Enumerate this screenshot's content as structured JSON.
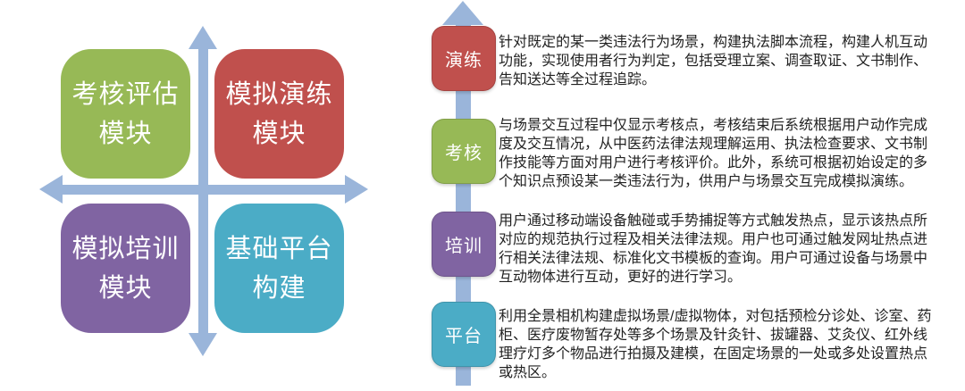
{
  "quadrant_chart": {
    "axis_color": "#9AB5DA",
    "items": [
      {
        "position": "top-left",
        "line1": "考核评估",
        "line2": "模块",
        "color": "#97B956"
      },
      {
        "position": "top-right",
        "line1": "模拟演练",
        "line2": "模块",
        "color": "#C0504D"
      },
      {
        "position": "bottom-left",
        "line1": "模拟培训",
        "line2": "模块",
        "color": "#8064A2"
      },
      {
        "position": "bottom-right",
        "line1": "基础平台",
        "line2": "构建",
        "color": "#4BACC6"
      }
    ]
  },
  "timeline": {
    "arrow_color": "#9AB5DA",
    "steps": [
      {
        "label": "演练",
        "color": "#C0504D",
        "description": "针对既定的某一类违法行为场景，构建执法脚本流程，构建人机互动功能，实现使用者行为判定，包括受理立案、调查取证、文书制作、告知送达等全过程追踪。"
      },
      {
        "label": "考核",
        "color": "#97B956",
        "description": "与场景交互过程中仅显示考核点，考核结束后系统根据用户动作完成度及交互情况，从中医药法律法规理解运用、执法检查要求、文书制作技能等方面对用户进行考核评价。此外，系统可根据初始设定的多个知识点预设某一类违法行为，供用户与场景交互完成模拟演练。"
      },
      {
        "label": "培训",
        "color": "#8064A2",
        "description": "用户通过移动端设备触碰或手势捕捉等方式触发热点，显示该热点所对应的规范执行过程及相关法律法规。用户也可通过触发网址热点进行相关法律法规、标准化文书模板的查询。用户可通过设备与场景中互动物体进行互动，更好的进行学习。"
      },
      {
        "label": "平台",
        "color": "#4BACC6",
        "description": "利用全景相机构建虚拟场景/虚拟物体，对包括预检分诊处、诊室、药柜、医疗废物暂存处等多个场景及针灸针、拔罐器、艾灸仪、红外线理疗灯多个物品进行拍摄及建模，在固定场景的一处或多处设置热点或热区。"
      }
    ]
  }
}
